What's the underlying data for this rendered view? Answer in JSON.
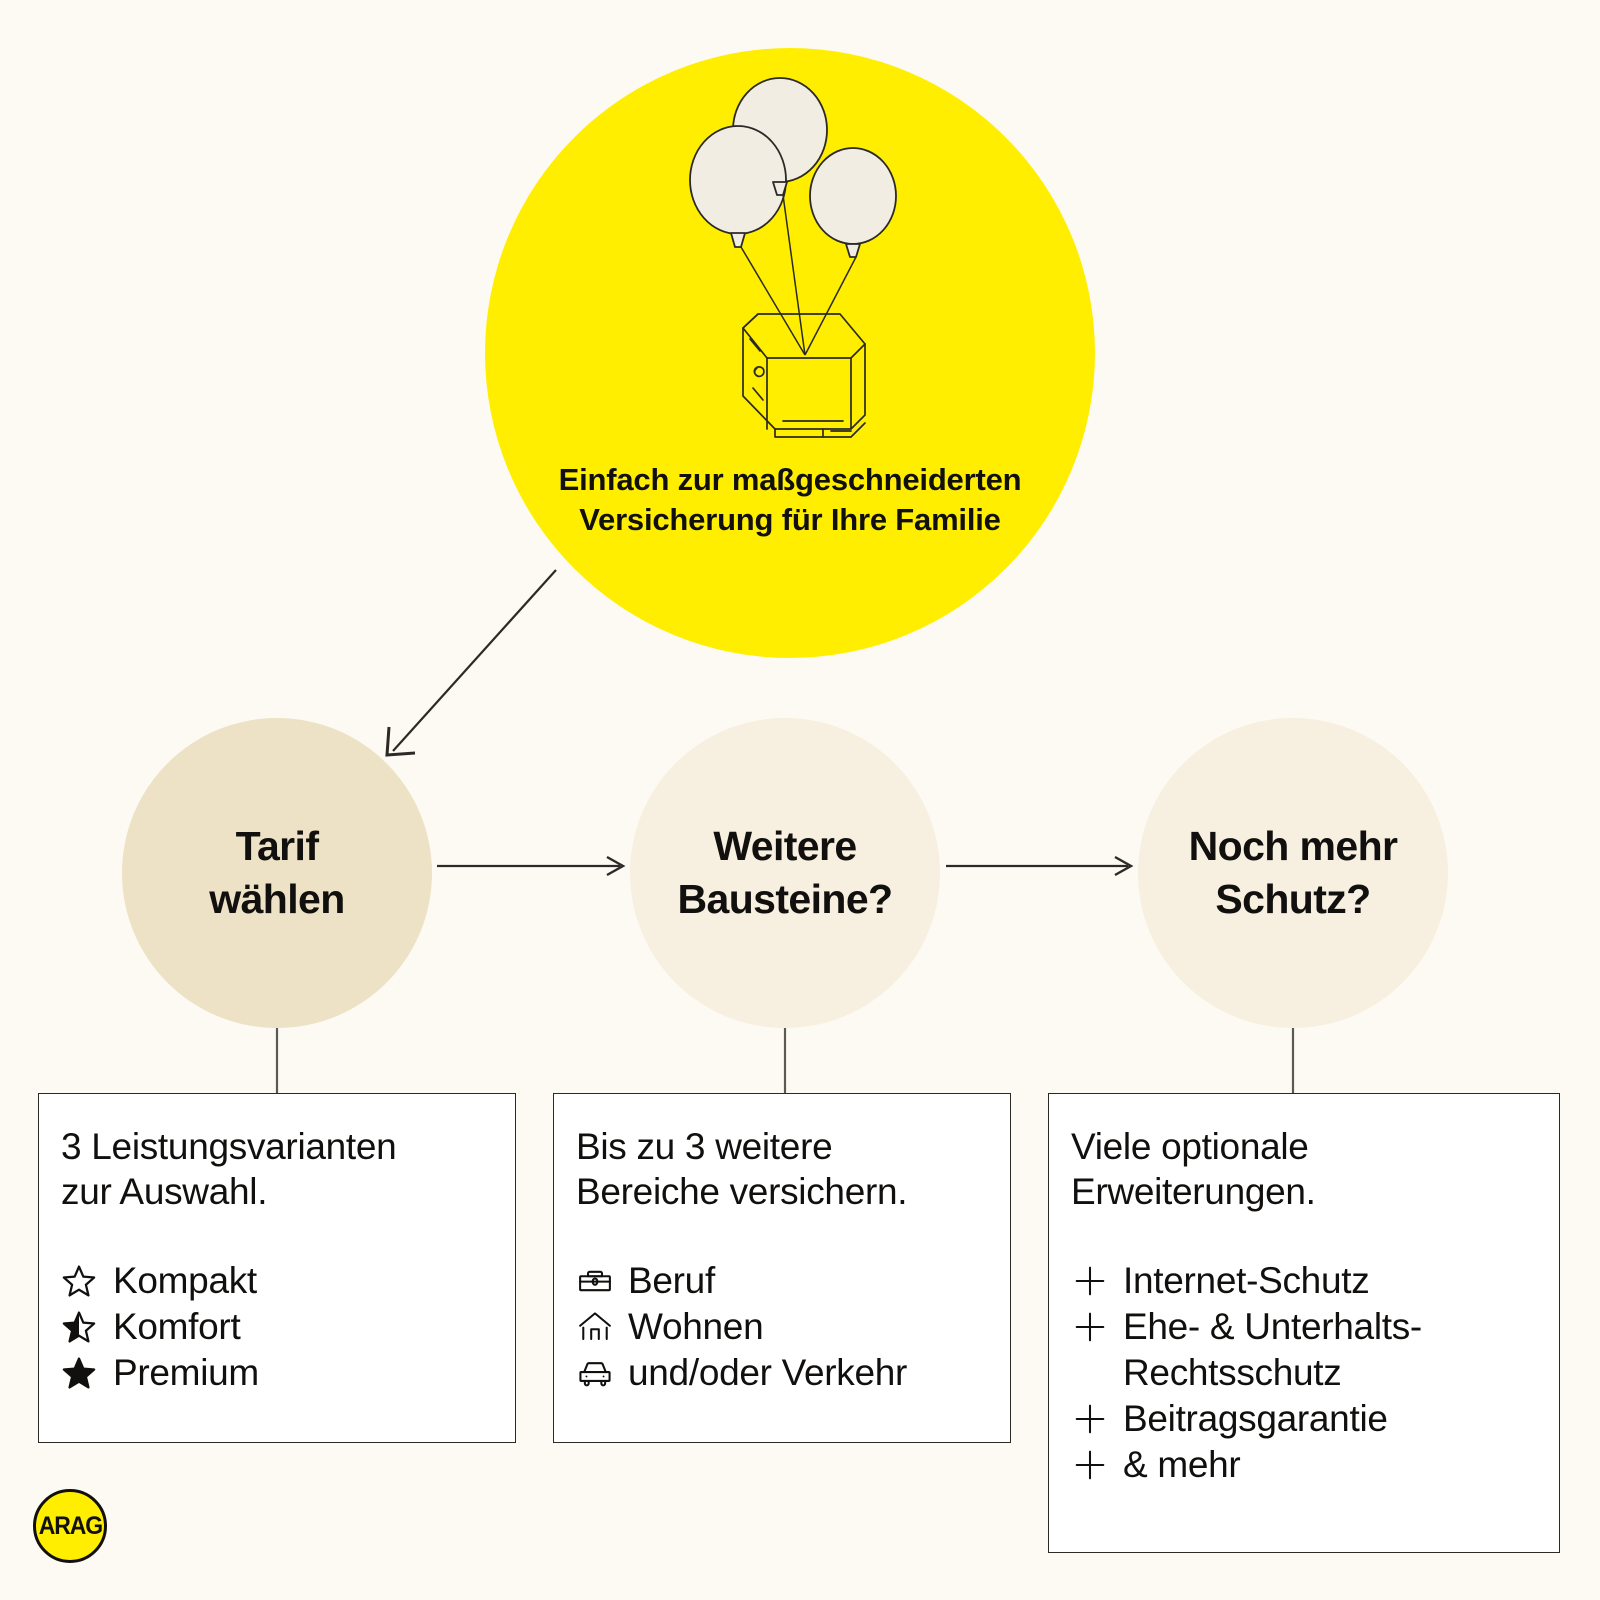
{
  "colors": {
    "background": "#FDFAF4",
    "accent_yellow": "#FFEE00",
    "circle_active_beige": "#EDE2C5",
    "circle_beige": "#F7EFE0",
    "box_fill": "#FFFFFF",
    "ink": "#11100E",
    "line": "#5A5A52"
  },
  "hero": {
    "title": "Einfach zur maßgeschneiderten\nVersicherung für\nIhre Familie",
    "illustration": "balloons-lifting-book-illustration"
  },
  "steps": [
    {
      "id": "tarif",
      "label": "Tarif\nwählen",
      "box": {
        "intro": "3 Leistungsvarianten\nzur Auswahl.",
        "items": [
          {
            "icon": "star-empty-icon",
            "label": "Kompakt"
          },
          {
            "icon": "star-half-icon",
            "label": "Komfort"
          },
          {
            "icon": "star-full-icon",
            "label": "Premium"
          }
        ]
      }
    },
    {
      "id": "bausteine",
      "label": "Weitere\nBausteine?",
      "box": {
        "intro": "Bis zu 3 weitere\nBereiche versichern.",
        "items": [
          {
            "icon": "toolbox-icon",
            "label": "Beruf"
          },
          {
            "icon": "house-icon",
            "label": "Wohnen"
          },
          {
            "icon": "car-icon",
            "label": "und/oder Verkehr"
          }
        ]
      }
    },
    {
      "id": "schutz",
      "label": "Noch mehr\nSchutz?",
      "box": {
        "intro": "Viele optionale\nErweiterungen.",
        "items": [
          {
            "icon": "plus-icon",
            "label": "Internet-Schutz"
          },
          {
            "icon": "plus-icon",
            "label": "Ehe- & Unterhalts-\n  Rechtsschutz"
          },
          {
            "icon": "plus-icon",
            "label": "Beitragsgarantie"
          },
          {
            "icon": "plus-icon",
            "label": "& mehr"
          }
        ]
      }
    }
  ],
  "logo": {
    "text": "ARAG"
  }
}
